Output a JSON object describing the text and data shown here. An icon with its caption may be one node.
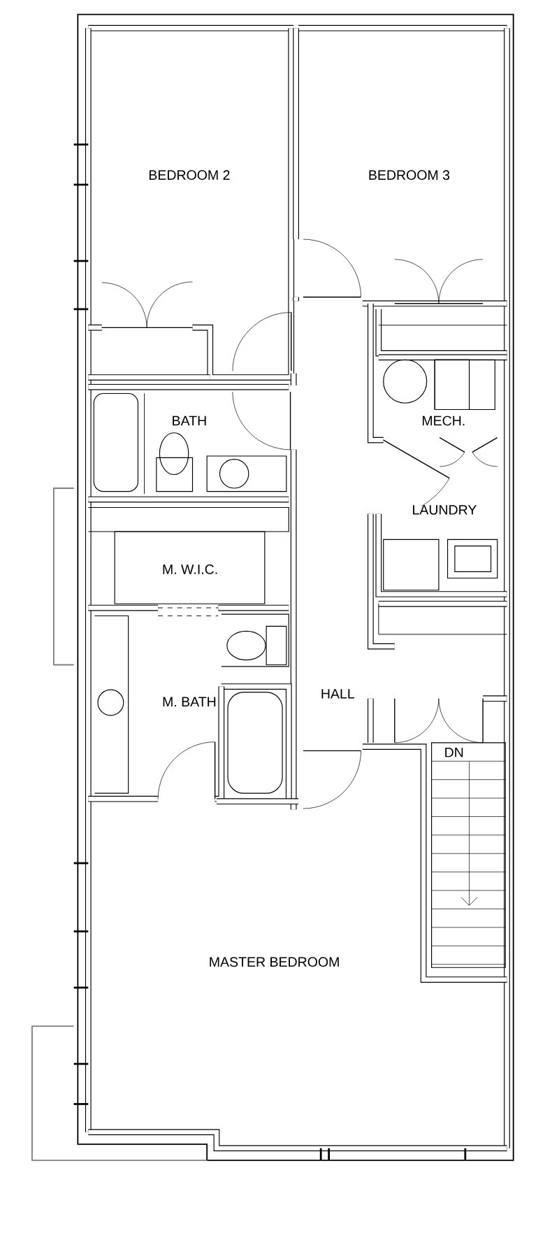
{
  "diagram": {
    "labels": [
      "BEDROOM 2",
      "BEDROOM 3",
      "BATH",
      "MECH.",
      "LAUNDRY",
      "M. W.I.C.",
      "M. BATH",
      "HALL",
      "DN",
      "MASTER BEDROOM"
    ]
  }
}
